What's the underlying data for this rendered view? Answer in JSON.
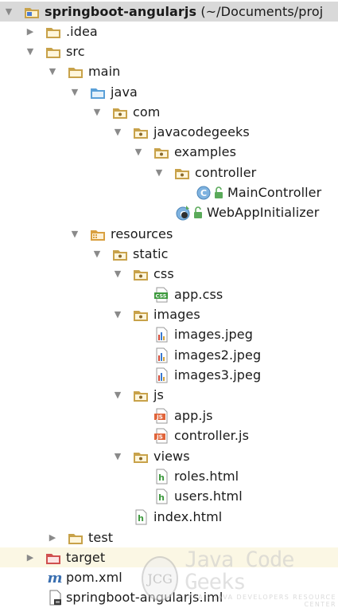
{
  "tree": {
    "root": {
      "name": "springboot-angularjs",
      "path": " (~/Documents/proj"
    },
    "items": [
      {
        "label": ".idea"
      },
      {
        "label": "src"
      },
      {
        "label": "main"
      },
      {
        "label": "java"
      },
      {
        "label": "com"
      },
      {
        "label": "javacodegeeks"
      },
      {
        "label": "examples"
      },
      {
        "label": "controller"
      },
      {
        "label": "MainController"
      },
      {
        "label": "WebAppInitializer"
      },
      {
        "label": "resources"
      },
      {
        "label": "static"
      },
      {
        "label": "css"
      },
      {
        "label": "app.css"
      },
      {
        "label": "images"
      },
      {
        "label": "images.jpeg"
      },
      {
        "label": "images2.jpeg"
      },
      {
        "label": "images3.jpeg"
      },
      {
        "label": "js"
      },
      {
        "label": "app.js"
      },
      {
        "label": "controller.js"
      },
      {
        "label": "views"
      },
      {
        "label": "roles.html"
      },
      {
        "label": "users.html"
      },
      {
        "label": "index.html"
      },
      {
        "label": "test"
      },
      {
        "label": "target"
      },
      {
        "label": "pom.xml"
      },
      {
        "label": "springboot-angularjs.iml"
      }
    ]
  },
  "watermark": {
    "logo_text": "JCG",
    "title": "Java Code Geeks",
    "subtitle": "JAVA 2 JAVA DEVELOPERS RESOURCE CENTER"
  },
  "colors": {
    "folder": "#c8a24a",
    "source_folder": "#5aa0d8",
    "resources_folder": "#d9a040",
    "excluded_folder": "#d05050",
    "root_bg": "#d9d9d9",
    "target_bg": "#fbf7e4"
  }
}
